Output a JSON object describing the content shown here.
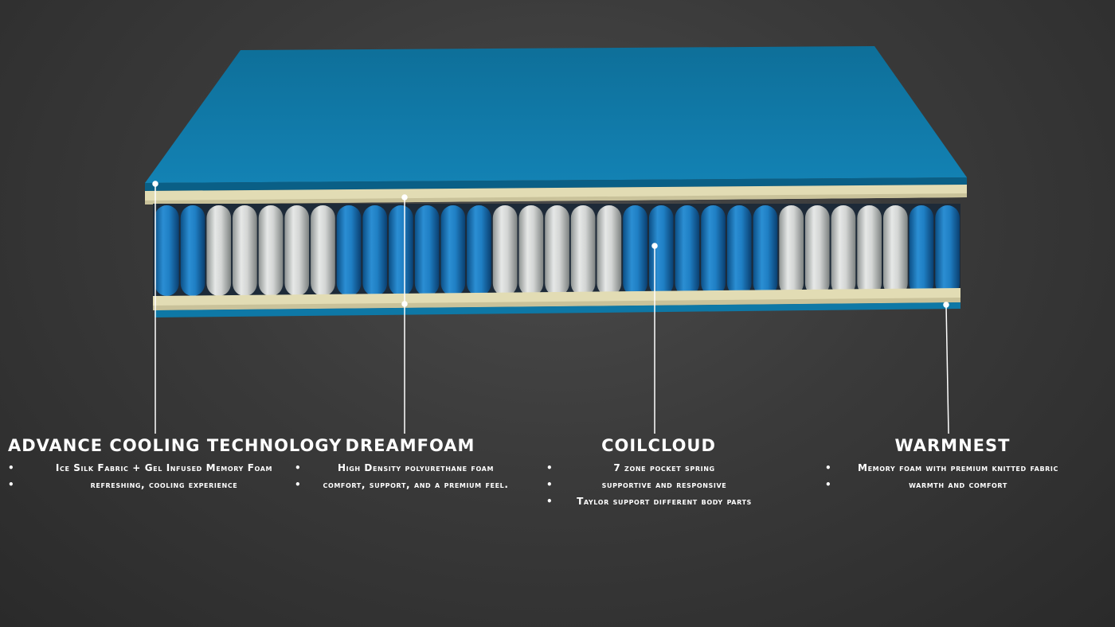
{
  "features": [
    {
      "title": "Advance Cooling Technology",
      "bullets": [
        "Ice Silk Fabric + Gel Infused Memory Foam",
        "refreshing, cooling experience"
      ]
    },
    {
      "title": "DREAMFOAM",
      "bullets": [
        "High Density polyurethane foam",
        "comfort, support, and a premium feel."
      ]
    },
    {
      "title": "COILCLOUD",
      "bullets": [
        "7 zone pocket spring",
        "supportive and responsive",
        "Taylor support different body parts"
      ]
    },
    {
      "title": "WARMNEST",
      "bullets": [
        "Memory foam with premium knitted fabric",
        "warmth and comfort"
      ]
    }
  ],
  "colors": {
    "cover": "#0e78a6",
    "foam": "#e2dcb4",
    "coil_blue": "#1f7fc4",
    "coil_white": "#d3d5d4",
    "line": "#ffffff"
  },
  "icons": [
    "mattress-cross-section"
  ],
  "coil_pattern": [
    "blue",
    "blue",
    "white",
    "white",
    "white",
    "white",
    "white",
    "blue",
    "blue",
    "blue",
    "blue",
    "blue",
    "blue",
    "white",
    "white",
    "white",
    "white",
    "white",
    "blue",
    "blue",
    "blue",
    "blue",
    "blue",
    "blue",
    "white",
    "white",
    "white",
    "white",
    "white",
    "blue",
    "blue"
  ]
}
